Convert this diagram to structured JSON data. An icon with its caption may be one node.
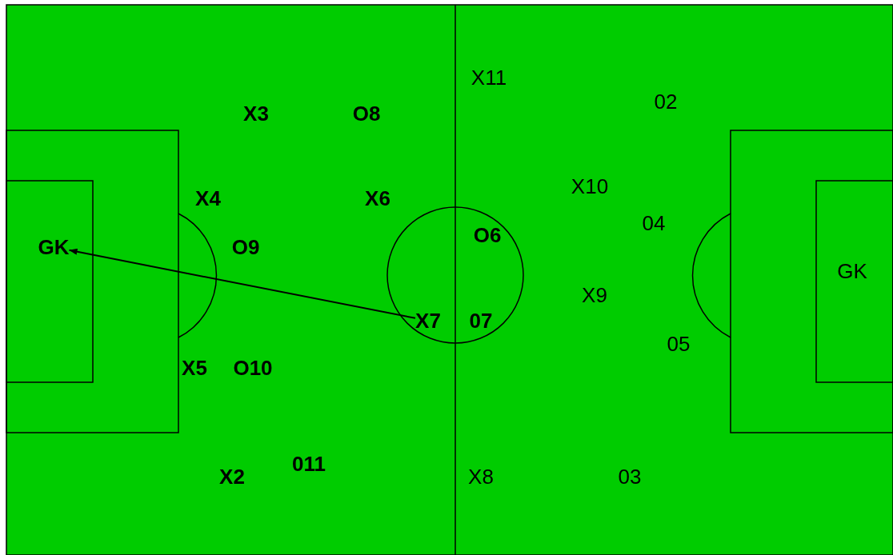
{
  "diagram": {
    "nodes": [
      {
        "text": [
          "GK"
        ]
      },
      {
        "text": [
          "X7"
        ]
      }
    ],
    "edges": [
      {
        "from": 1,
        "to": 0,
        "arrow": "to"
      }
    ],
    "labels": [
      "X11",
      "02",
      "X3",
      "O8",
      "X10",
      "X4",
      "X6",
      "04",
      "O6",
      "O9",
      "GK",
      "X9",
      "07",
      "05",
      "X5",
      "O10",
      "011",
      "X2",
      "X8",
      "03"
    ]
  }
}
